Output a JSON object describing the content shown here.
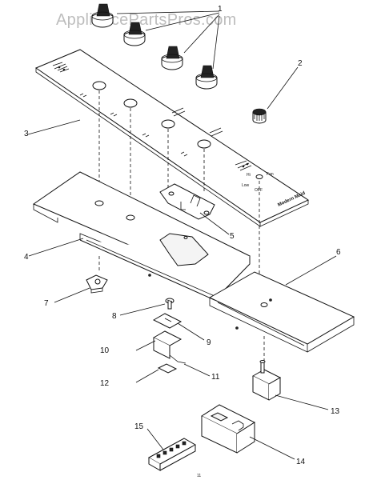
{
  "watermark": "AppliancePartsPros.com",
  "panel_text": {
    "brand": "Modern Maid",
    "switch_low": "Low",
    "switch_off": "OFF",
    "switch_hi": "Hi",
    "switch_fan": "Fan"
  },
  "callouts": [
    "1",
    "2",
    "3",
    "4",
    "5",
    "6",
    "7",
    "8",
    "9",
    "10",
    "11",
    "12",
    "13",
    "14",
    "15"
  ],
  "bottom_mark": "11"
}
